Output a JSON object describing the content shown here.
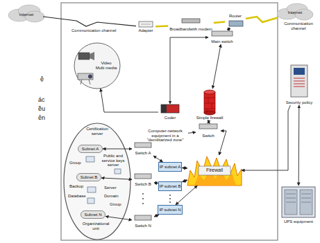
{
  "diagram": {
    "nodes": [
      {
        "text": [
          "Internet"
        ]
      },
      {
        "text": [
          "Adapter"
        ]
      },
      {
        "text": [
          "Broadbandwith modem"
        ]
      },
      {
        "text": [
          "Router"
        ]
      },
      {
        "text": [
          "Internet"
        ]
      },
      {
        "text": [
          "Main switch"
        ]
      },
      {
        "text": [
          "Video",
          "Multi media"
        ]
      },
      {
        "text": [
          "Coder"
        ]
      },
      {
        "text": [
          "Simple firewall"
        ]
      },
      {
        "text": [
          "Security policy"
        ]
      },
      {
        "text": [
          "Computer-network equipment in a \"demilitarized zone\""
        ]
      },
      {
        "text": [
          "Switch"
        ]
      },
      {
        "text": [
          "Firewall"
        ]
      },
      {
        "text": [
          "Subnet A"
        ]
      },
      {
        "text": [
          "Switch A"
        ]
      },
      {
        "text": [
          "IP subnet A"
        ]
      },
      {
        "text": [
          "Subnet B"
        ]
      },
      {
        "text": [
          "Switch B"
        ]
      },
      {
        "text": [
          "IP subnet B"
        ]
      },
      {
        "text": [
          "Subnet N"
        ]
      },
      {
        "text": [
          "Switch N"
        ]
      },
      {
        "text": [
          "IP subnet N"
        ]
      },
      {
        "text": [
          "UPS equipment"
        ]
      }
    ],
    "edges": [
      {
        "from": 0,
        "to": 1,
        "arrow": "none",
        "label": "Communication channel"
      },
      {
        "from": 1,
        "to": 2,
        "arrow": "none"
      },
      {
        "from": 2,
        "to": 3,
        "arrow": "none"
      },
      {
        "from": 3,
        "to": 4,
        "arrow": "none",
        "label": "Communication channel"
      },
      {
        "from": 3,
        "to": 5,
        "arrow": "both"
      },
      {
        "from": 5,
        "to": 7,
        "arrow": "both"
      },
      {
        "from": 7,
        "to": 6,
        "arrow": "to"
      },
      {
        "from": 5,
        "to": 8,
        "arrow": "both"
      },
      {
        "from": 8,
        "to": 11,
        "arrow": "both"
      },
      {
        "from": 10,
        "to": 11,
        "arrow": "to"
      },
      {
        "from": 11,
        "to": 12,
        "arrow": "both"
      },
      {
        "from": 9,
        "to": 12,
        "arrow": "to"
      },
      {
        "from": 9,
        "to": 22,
        "arrow": "both"
      },
      {
        "from": 12,
        "to": 15,
        "arrow": "both"
      },
      {
        "from": 12,
        "to": 18,
        "arrow": "both"
      },
      {
        "from": 12,
        "to": 21,
        "arrow": "both"
      },
      {
        "from": 15,
        "to": 14,
        "arrow": "both"
      },
      {
        "from": 18,
        "to": 17,
        "arrow": "both"
      },
      {
        "from": 21,
        "to": 20,
        "arrow": "both"
      },
      {
        "from": 14,
        "to": 13,
        "arrow": "both"
      },
      {
        "from": 17,
        "to": 16,
        "arrow": "both"
      },
      {
        "from": 20,
        "to": 19,
        "arrow": "both"
      }
    ],
    "labels": [
      "ệ",
      "ác",
      "ều",
      "ên",
      "Certification server",
      "Public and service keys server",
      "Group",
      "Backup",
      "Database",
      "Server",
      "Domain",
      "Group",
      "Organizational unit"
    ]
  }
}
